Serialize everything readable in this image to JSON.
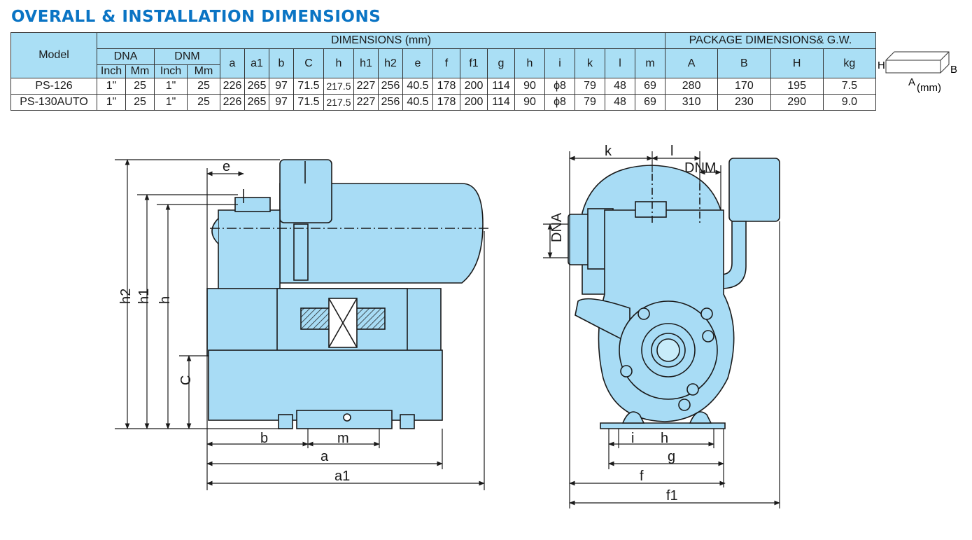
{
  "title": "OVERALL & INSTALLATION DIMENSIONS",
  "table": {
    "model_header": "Model",
    "dimensions_header": "DIMENSIONS (mm)",
    "package_header": "PACKAGE DIMENSIONS& G.W.",
    "dna_header": "DNA",
    "dnm_header": "DNM",
    "inch": "Inch",
    "mm": "Mm",
    "dim_cols": [
      "a",
      "a1",
      "b",
      "C",
      "h",
      "h1",
      "h2",
      "e",
      "f",
      "f1",
      "g",
      "h",
      "i",
      "k",
      "l",
      "m"
    ],
    "pkg_cols": [
      "A",
      "B",
      "H",
      "kg"
    ],
    "rows": [
      {
        "model": "PS-126",
        "dna_inch": "1\"",
        "dna_mm": "25",
        "dnm_inch": "1\"",
        "dnm_mm": "25",
        "dims": [
          "226",
          "265",
          "97",
          "71.5",
          "217.5",
          "227",
          "256",
          "40.5",
          "178",
          "200",
          "114",
          "90",
          "ϕ8",
          "79",
          "48",
          "69"
        ],
        "pkg": [
          "280",
          "170",
          "195",
          "7.5"
        ]
      },
      {
        "model": "PS-130AUTO",
        "dna_inch": "1\"",
        "dna_mm": "25",
        "dnm_inch": "1\"",
        "dnm_mm": "25",
        "dims": [
          "226",
          "265",
          "97",
          "71.5",
          "217.5",
          "227",
          "256",
          "40.5",
          "178",
          "200",
          "114",
          "90",
          "ϕ8",
          "79",
          "48",
          "69"
        ],
        "pkg": [
          "310",
          "230",
          "290",
          "9.0"
        ]
      }
    ],
    "box_labels": {
      "h": "H",
      "b": "B",
      "a": "A",
      "unit": "(mm)"
    }
  },
  "side_view_labels": {
    "e": "e",
    "h2": "h2",
    "h1": "h1",
    "h": "h",
    "C": "C",
    "b": "b",
    "m": "m",
    "a": "a",
    "a1": "a1"
  },
  "front_view_labels": {
    "k": "k",
    "l": "l",
    "DNM": "DNM",
    "DNA": "DNA",
    "i": "i",
    "h": "h",
    "g": "g",
    "f": "f",
    "f1": "f1"
  },
  "colors": {
    "title": "#0a74c4",
    "header_bg": "#aadff5",
    "pump_fill": "#a8dcf5",
    "line": "#1a1a1a"
  }
}
